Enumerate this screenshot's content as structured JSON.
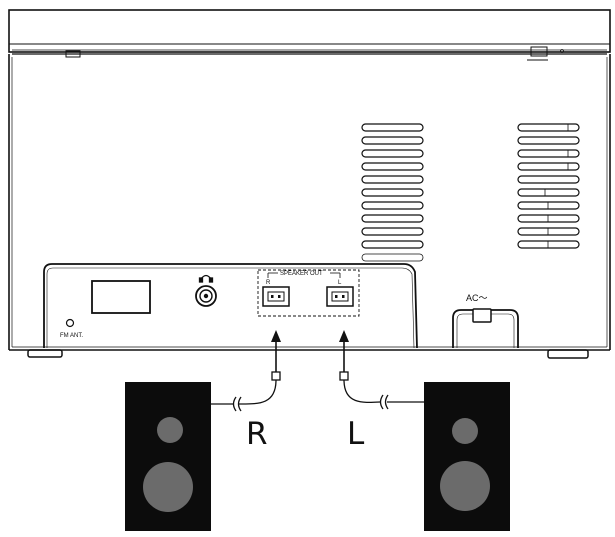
{
  "labels": {
    "fm_antenna": "FM  ANT.",
    "speaker_out": "SPEAKER  OUT",
    "speaker_out_r": "R",
    "speaker_out_l": "L",
    "ac": "AC～",
    "right_speaker": "R",
    "left_speaker": "L"
  },
  "icons": {
    "headphone": "headphone-icon"
  },
  "colors": {
    "line": "#111111",
    "speaker_cabinet": "#0c0c0c",
    "driver": "#6b6b6b"
  }
}
